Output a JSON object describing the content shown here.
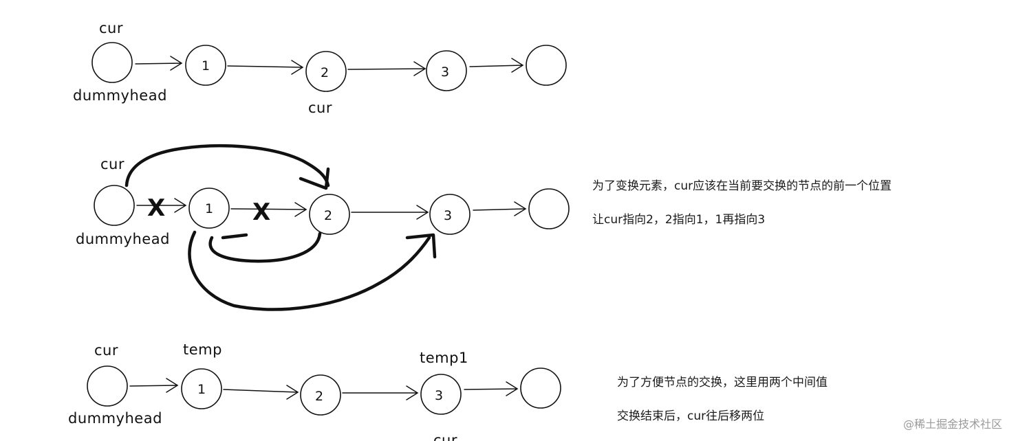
{
  "row1": {
    "labels": {
      "cur_top": "cur",
      "dummyhead": "dummyhead",
      "cur_below": "cur"
    },
    "nodes": [
      "",
      "1",
      "2",
      "3",
      ""
    ]
  },
  "row2": {
    "labels": {
      "cur_top": "cur",
      "dummyhead": "dummyhead"
    },
    "nodes": [
      "",
      "1",
      "2",
      "3",
      ""
    ],
    "cross_marks": [
      "X",
      "X"
    ],
    "notes": [
      "为了变换元素，cur应该在当前要交换的节点的前一个位置",
      "让cur指向2，2指向1，1再指向3"
    ]
  },
  "row3": {
    "labels": {
      "cur_top": "cur",
      "temp": "temp",
      "temp1": "temp1",
      "dummyhead": "dummyhead",
      "cur_bottom": "cur"
    },
    "nodes": [
      "",
      "1",
      "2",
      "3",
      ""
    ],
    "notes": [
      "为了方便节点的交换，这里用两个中间值",
      "交换结束后，cur往后移两位"
    ]
  },
  "watermark": "@稀土掘金技术社区"
}
